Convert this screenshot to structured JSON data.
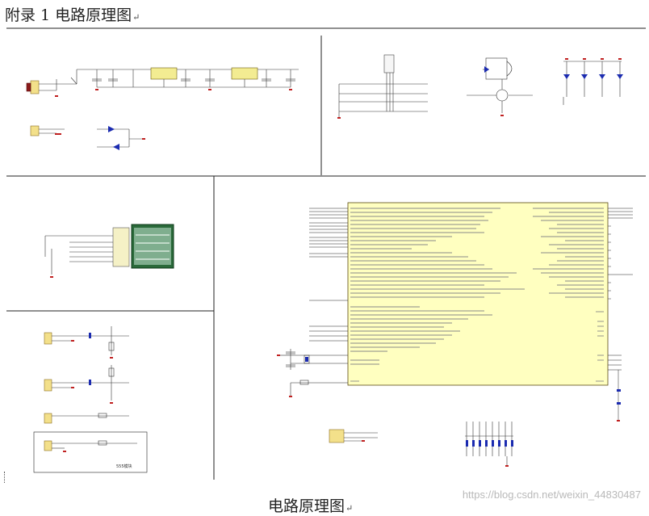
{
  "header": {
    "title": "附录 1  电路原理图",
    "mark": "↵"
  },
  "figure": {
    "caption": "电路原理图",
    "mark": "↵",
    "box_label": "555模块"
  },
  "watermark": "https://blog.csdn.net/weixin_44830487"
}
